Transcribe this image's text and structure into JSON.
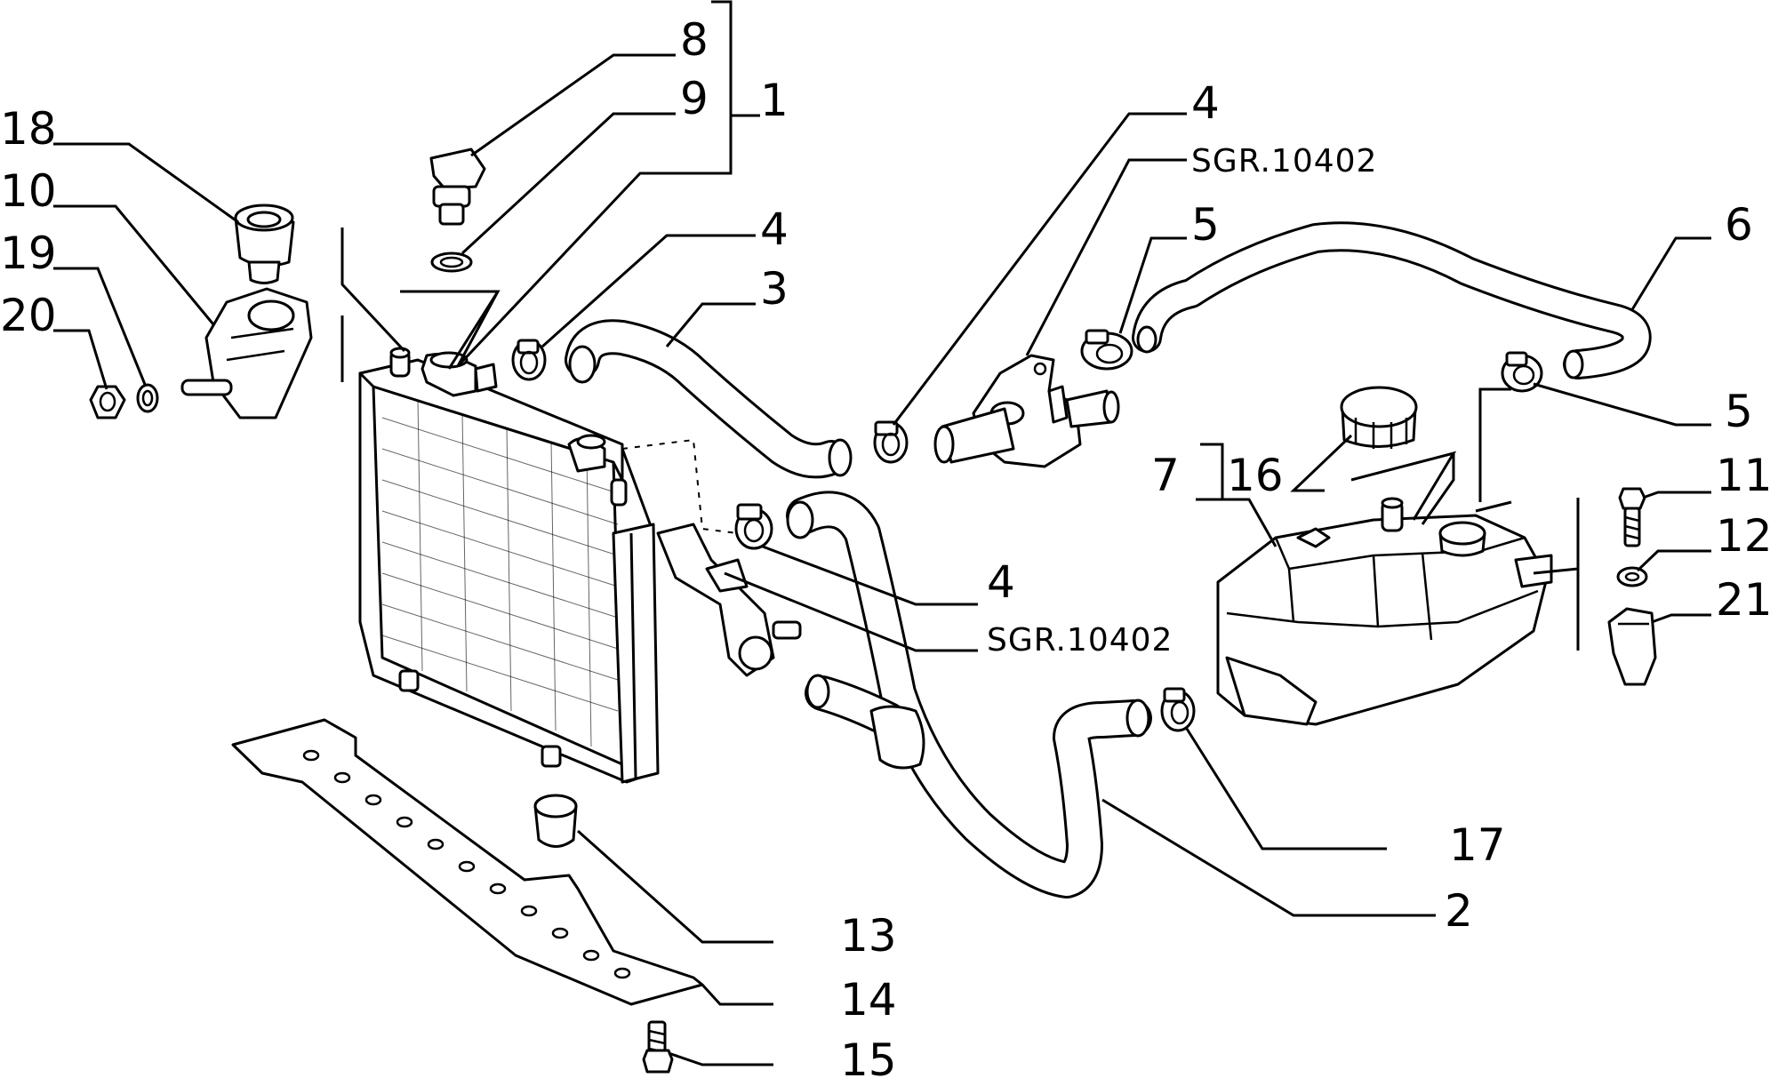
{
  "diagram": {
    "labels": {
      "l8": "8",
      "l9": "9",
      "l1": "1",
      "l18": "18",
      "l10": "10",
      "l19": "19",
      "l20": "20",
      "l4a": "4",
      "l3": "3",
      "l4b": "4",
      "lsgr_a": "SGR.10402",
      "l5a": "5",
      "l6": "6",
      "l5b": "5",
      "l7": "7",
      "l16": "16",
      "l11": "11",
      "l12": "12",
      "l21": "21",
      "l4c": "4",
      "lsgr_b": "SGR.10402",
      "l17": "17",
      "l2": "2",
      "l13": "13",
      "l14": "14",
      "l15": "15"
    }
  }
}
